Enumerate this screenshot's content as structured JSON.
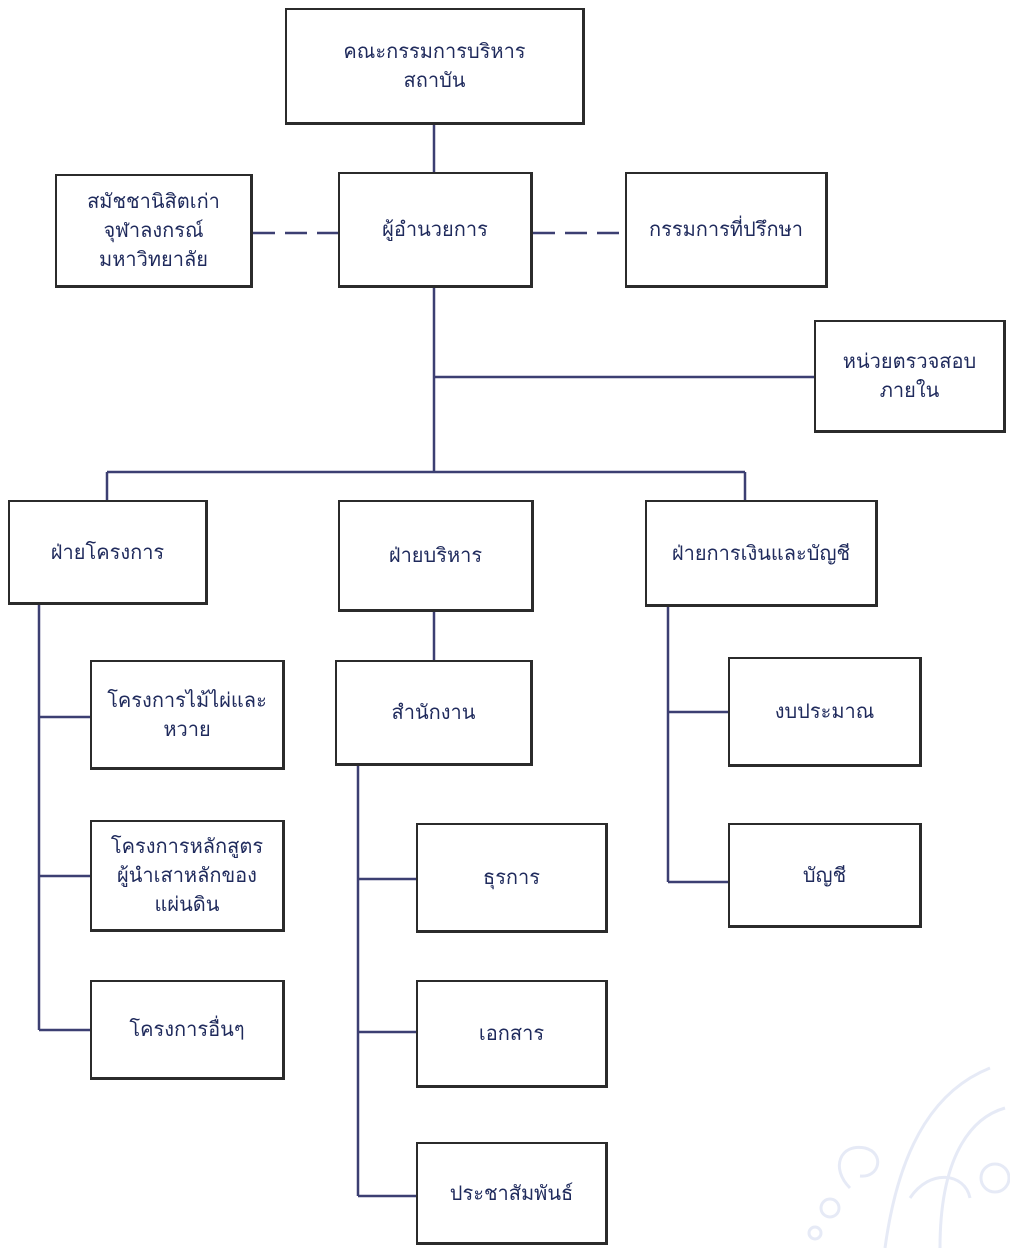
{
  "colors": {
    "text": "#1f2a5c",
    "line": "#3c3f72",
    "border": "#2b2b2b",
    "watermark": "#b8c4e6"
  },
  "nodes": {
    "board": "คณะกรรมการบริหาร\nสถาบัน",
    "alumni": "สมัชชานิสิตเก่า\nจุฬาลงกรณ์\nมหาวิทยาลัย",
    "director": "ผู้อำนวยการ",
    "advisors": "กรรมการที่ปรึกษา",
    "audit": "หน่วยตรวจสอบ\nภายใน",
    "dept_projects": "ฝ่ายโครงการ",
    "dept_admin": "ฝ่ายบริหาร",
    "dept_finance": "ฝ่ายการเงินและบัญชี",
    "proj_bamboo": "โครงการไม้ไผ่และ\nหวาย",
    "proj_leaders": "โครงการหลักสูตร\nผู้นำเสาหลักของ\nแผ่นดิน",
    "proj_others": "โครงการอื่นๆ",
    "office": "สำนักงาน",
    "general_affairs": "ธุรการ",
    "documents": "เอกสาร",
    "public_relations": "ประชาสัมพันธ์",
    "budget": "งบประมาณ",
    "accounting": "บัญชี"
  }
}
